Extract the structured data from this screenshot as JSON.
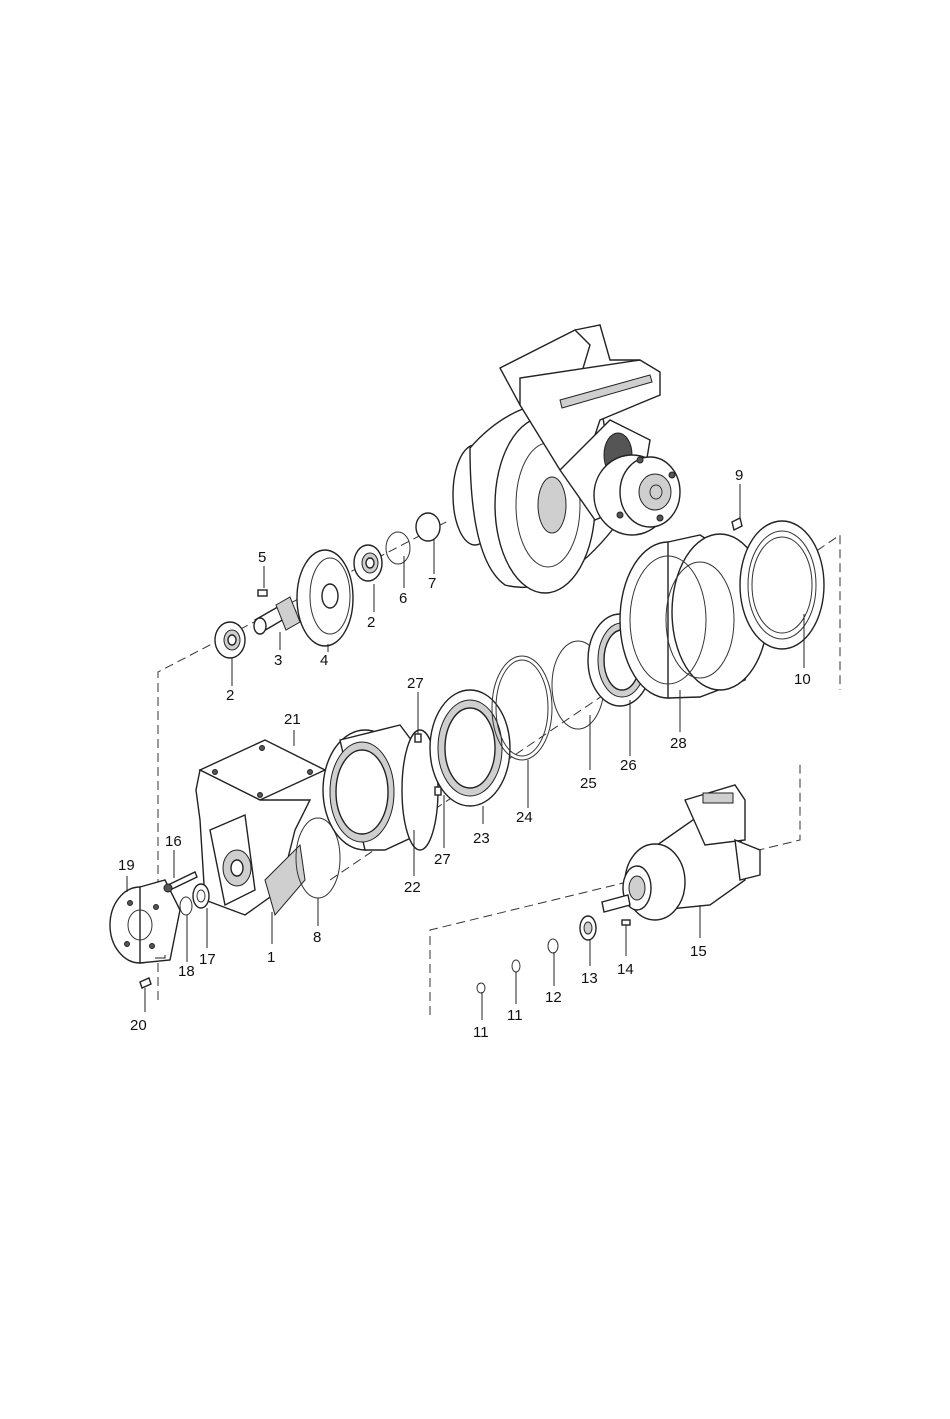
{
  "diagram": {
    "callouts": [
      {
        "id": "c1",
        "text": "1"
      },
      {
        "id": "c2a",
        "text": "2"
      },
      {
        "id": "c2b",
        "text": "2"
      },
      {
        "id": "c3",
        "text": "3"
      },
      {
        "id": "c4",
        "text": "4"
      },
      {
        "id": "c5",
        "text": "5"
      },
      {
        "id": "c6",
        "text": "6"
      },
      {
        "id": "c7",
        "text": "7"
      },
      {
        "id": "c8",
        "text": "8"
      },
      {
        "id": "c9",
        "text": "9"
      },
      {
        "id": "c10",
        "text": "10"
      },
      {
        "id": "c11a",
        "text": "11"
      },
      {
        "id": "c11b",
        "text": "11"
      },
      {
        "id": "c12",
        "text": "12"
      },
      {
        "id": "c13",
        "text": "13"
      },
      {
        "id": "c14",
        "text": "14"
      },
      {
        "id": "c15",
        "text": "15"
      },
      {
        "id": "c16",
        "text": "16"
      },
      {
        "id": "c17",
        "text": "17"
      },
      {
        "id": "c18",
        "text": "18"
      },
      {
        "id": "c19",
        "text": "19"
      },
      {
        "id": "c20",
        "text": "20"
      },
      {
        "id": "c21",
        "text": "21"
      },
      {
        "id": "c22",
        "text": "22"
      },
      {
        "id": "c23",
        "text": "23"
      },
      {
        "id": "c24",
        "text": "24"
      },
      {
        "id": "c25",
        "text": "25"
      },
      {
        "id": "c26",
        "text": "26"
      },
      {
        "id": "c27a",
        "text": "27"
      },
      {
        "id": "c27b",
        "text": "27"
      },
      {
        "id": "c28",
        "text": "28"
      }
    ]
  }
}
